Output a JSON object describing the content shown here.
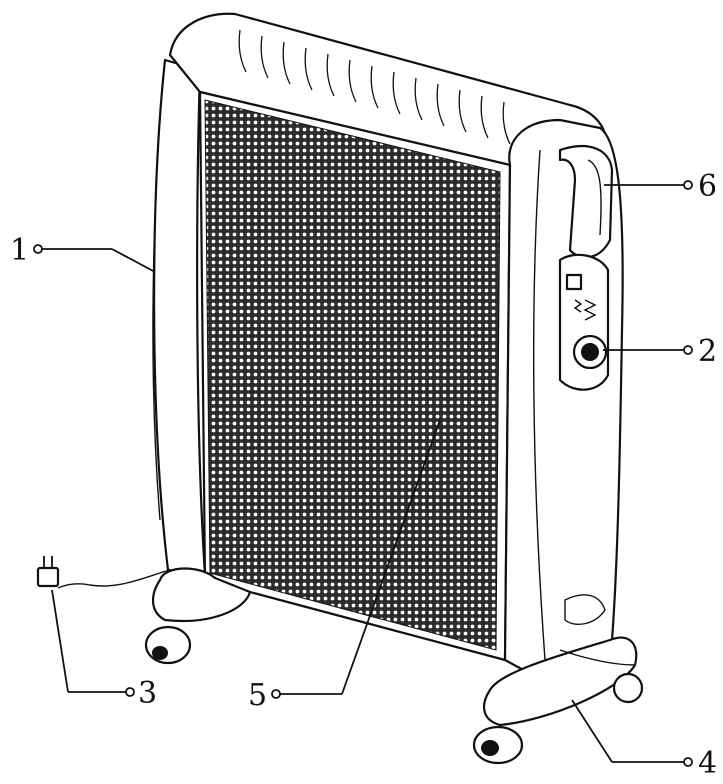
{
  "callouts": [
    {
      "id": "1",
      "label": "1"
    },
    {
      "id": "2",
      "label": "2"
    },
    {
      "id": "3",
      "label": "3"
    },
    {
      "id": "4",
      "label": "4"
    },
    {
      "id": "5",
      "label": "5"
    },
    {
      "id": "6",
      "label": "6"
    }
  ],
  "colors": {
    "line": "#111111",
    "panel_mesh": "#2b2b2b",
    "background": "#ffffff"
  }
}
